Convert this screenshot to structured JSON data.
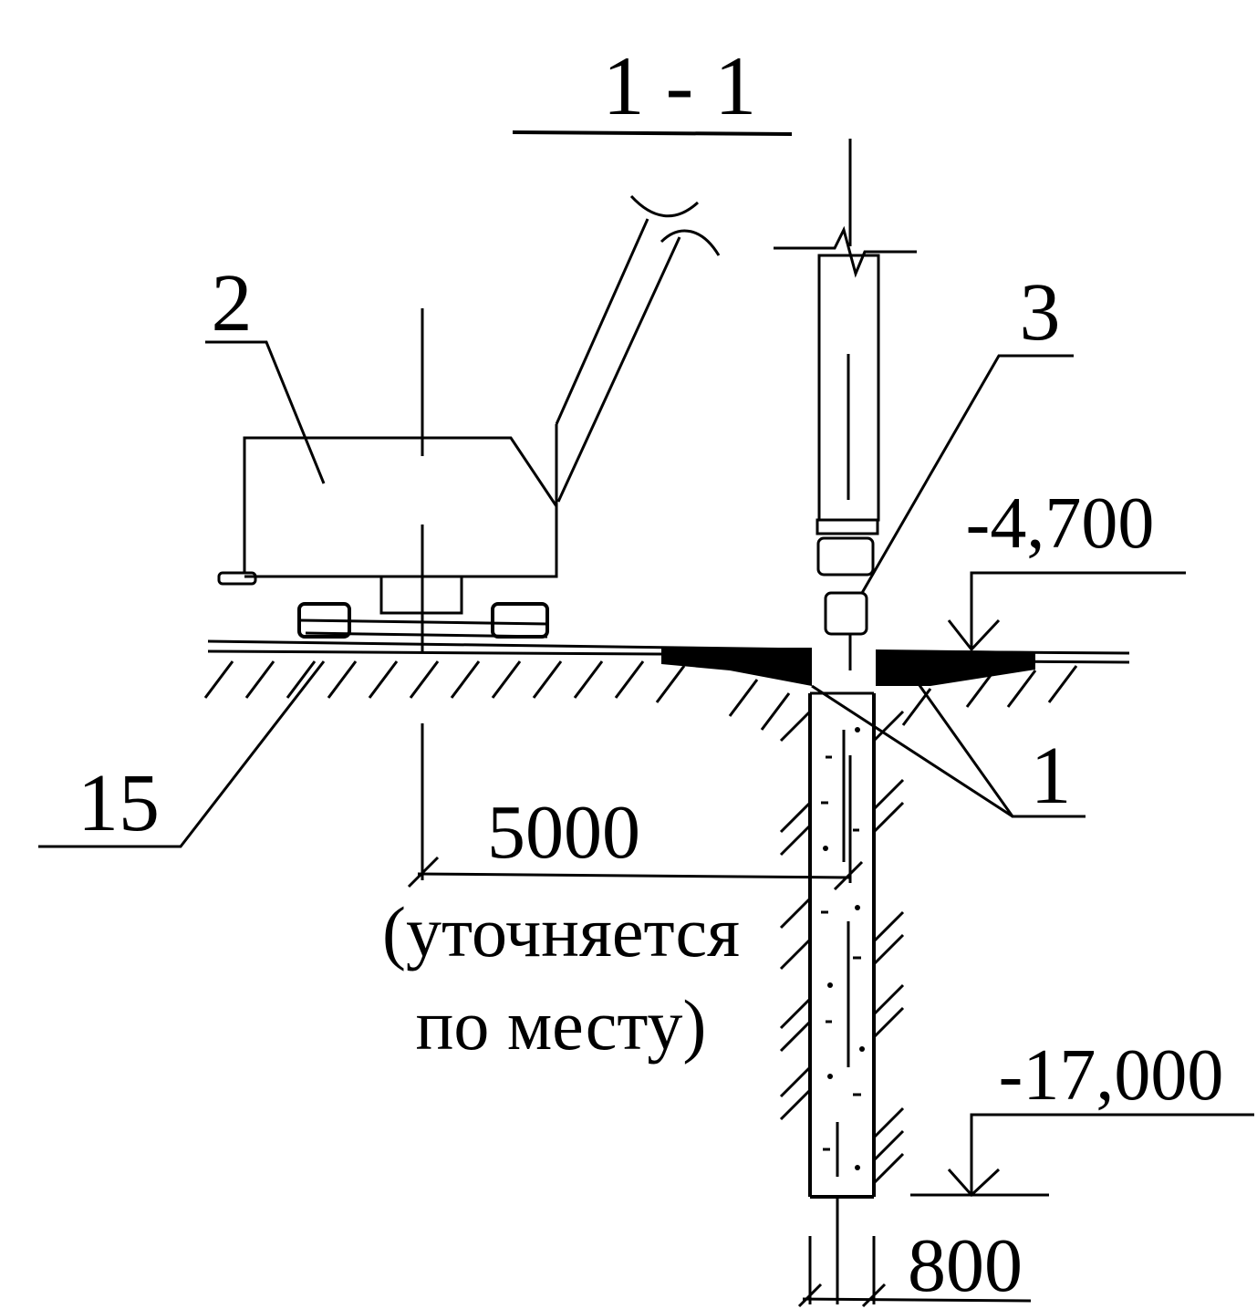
{
  "section_title": "1 - 1",
  "callouts": {
    "drilling_rig": "2",
    "casing": "3",
    "pile": "1",
    "platform": "15"
  },
  "elevations": {
    "top": "-4,700",
    "bottom": "-17,000"
  },
  "dimensions": {
    "offset_value": "5000",
    "offset_note_line1": "(уточняется",
    "offset_note_line2": "по месту)",
    "pile_diameter": "800"
  },
  "colors": {
    "ink": "#000000",
    "background": "#ffffff"
  }
}
